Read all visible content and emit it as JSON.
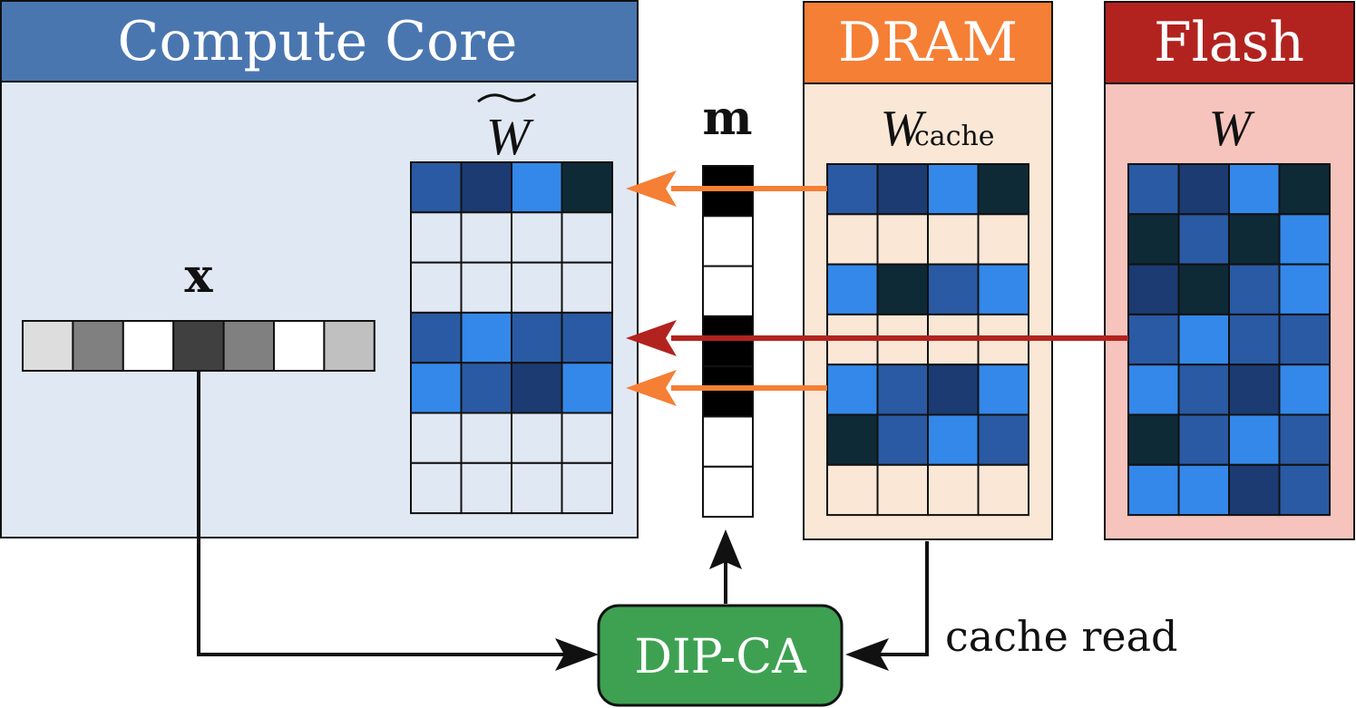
{
  "compute_core": {
    "title": "Compute Core",
    "w_tilde_label": "W"
  },
  "dram": {
    "title": "DRAM",
    "w_label": "W",
    "w_sub": "cache"
  },
  "flash": {
    "title": "Flash",
    "w_label": "W"
  },
  "mask_label": "m",
  "x_label": "x",
  "dipca_label": "DIP-CA",
  "cache_read_label": "cache read",
  "colors": {
    "compute_header": "#4a76b0",
    "compute_body": "#e0e8f3",
    "dram_header": "#f57f35",
    "dram_body": "#fae7d6",
    "flash_header": "#b2231f",
    "flash_body": "#f6c4bd",
    "dipca": "#3ea152",
    "arrow_dram": "#f57f35",
    "arrow_flash": "#b2231f",
    "blue_mid": "#2a5aa3",
    "blue_dark": "#1b3b72",
    "blue_bright": "#3488e9",
    "navy": "#0f2a37"
  },
  "x_vector": [
    "#dddddd",
    "#808080",
    "#ffffff",
    "#404040",
    "#808080",
    "#ffffff",
    "#c0c0c0"
  ],
  "mask": [
    1,
    0,
    0,
    1,
    1,
    0,
    0
  ],
  "w_tilde": [
    [
      "mid",
      "dark",
      "bright",
      "navy"
    ],
    [
      "empty",
      "empty",
      "empty",
      "empty"
    ],
    [
      "empty",
      "empty",
      "empty",
      "empty"
    ],
    [
      "mid",
      "bright",
      "mid",
      "mid"
    ],
    [
      "bright",
      "mid",
      "dark",
      "bright"
    ],
    [
      "empty",
      "empty",
      "empty",
      "empty"
    ],
    [
      "empty",
      "empty",
      "empty",
      "empty"
    ]
  ],
  "w_cache": [
    [
      "mid",
      "dark",
      "bright",
      "navy"
    ],
    [
      "empty",
      "empty",
      "empty",
      "empty"
    ],
    [
      "bright",
      "navy",
      "mid",
      "bright"
    ],
    [
      "empty",
      "empty",
      "empty",
      "empty"
    ],
    [
      "bright",
      "mid",
      "dark",
      "bright"
    ],
    [
      "navy",
      "mid",
      "bright",
      "mid"
    ],
    [
      "empty",
      "empty",
      "empty",
      "empty"
    ]
  ],
  "w_flash": [
    [
      "mid",
      "dark",
      "bright",
      "navy"
    ],
    [
      "navy",
      "mid",
      "navy",
      "bright"
    ],
    [
      "dark",
      "navy",
      "mid",
      "bright"
    ],
    [
      "mid",
      "bright",
      "mid",
      "mid"
    ],
    [
      "bright",
      "mid",
      "dark",
      "bright"
    ],
    [
      "navy",
      "mid",
      "bright",
      "mid"
    ],
    [
      "bright",
      "bright",
      "dark",
      "mid"
    ]
  ]
}
